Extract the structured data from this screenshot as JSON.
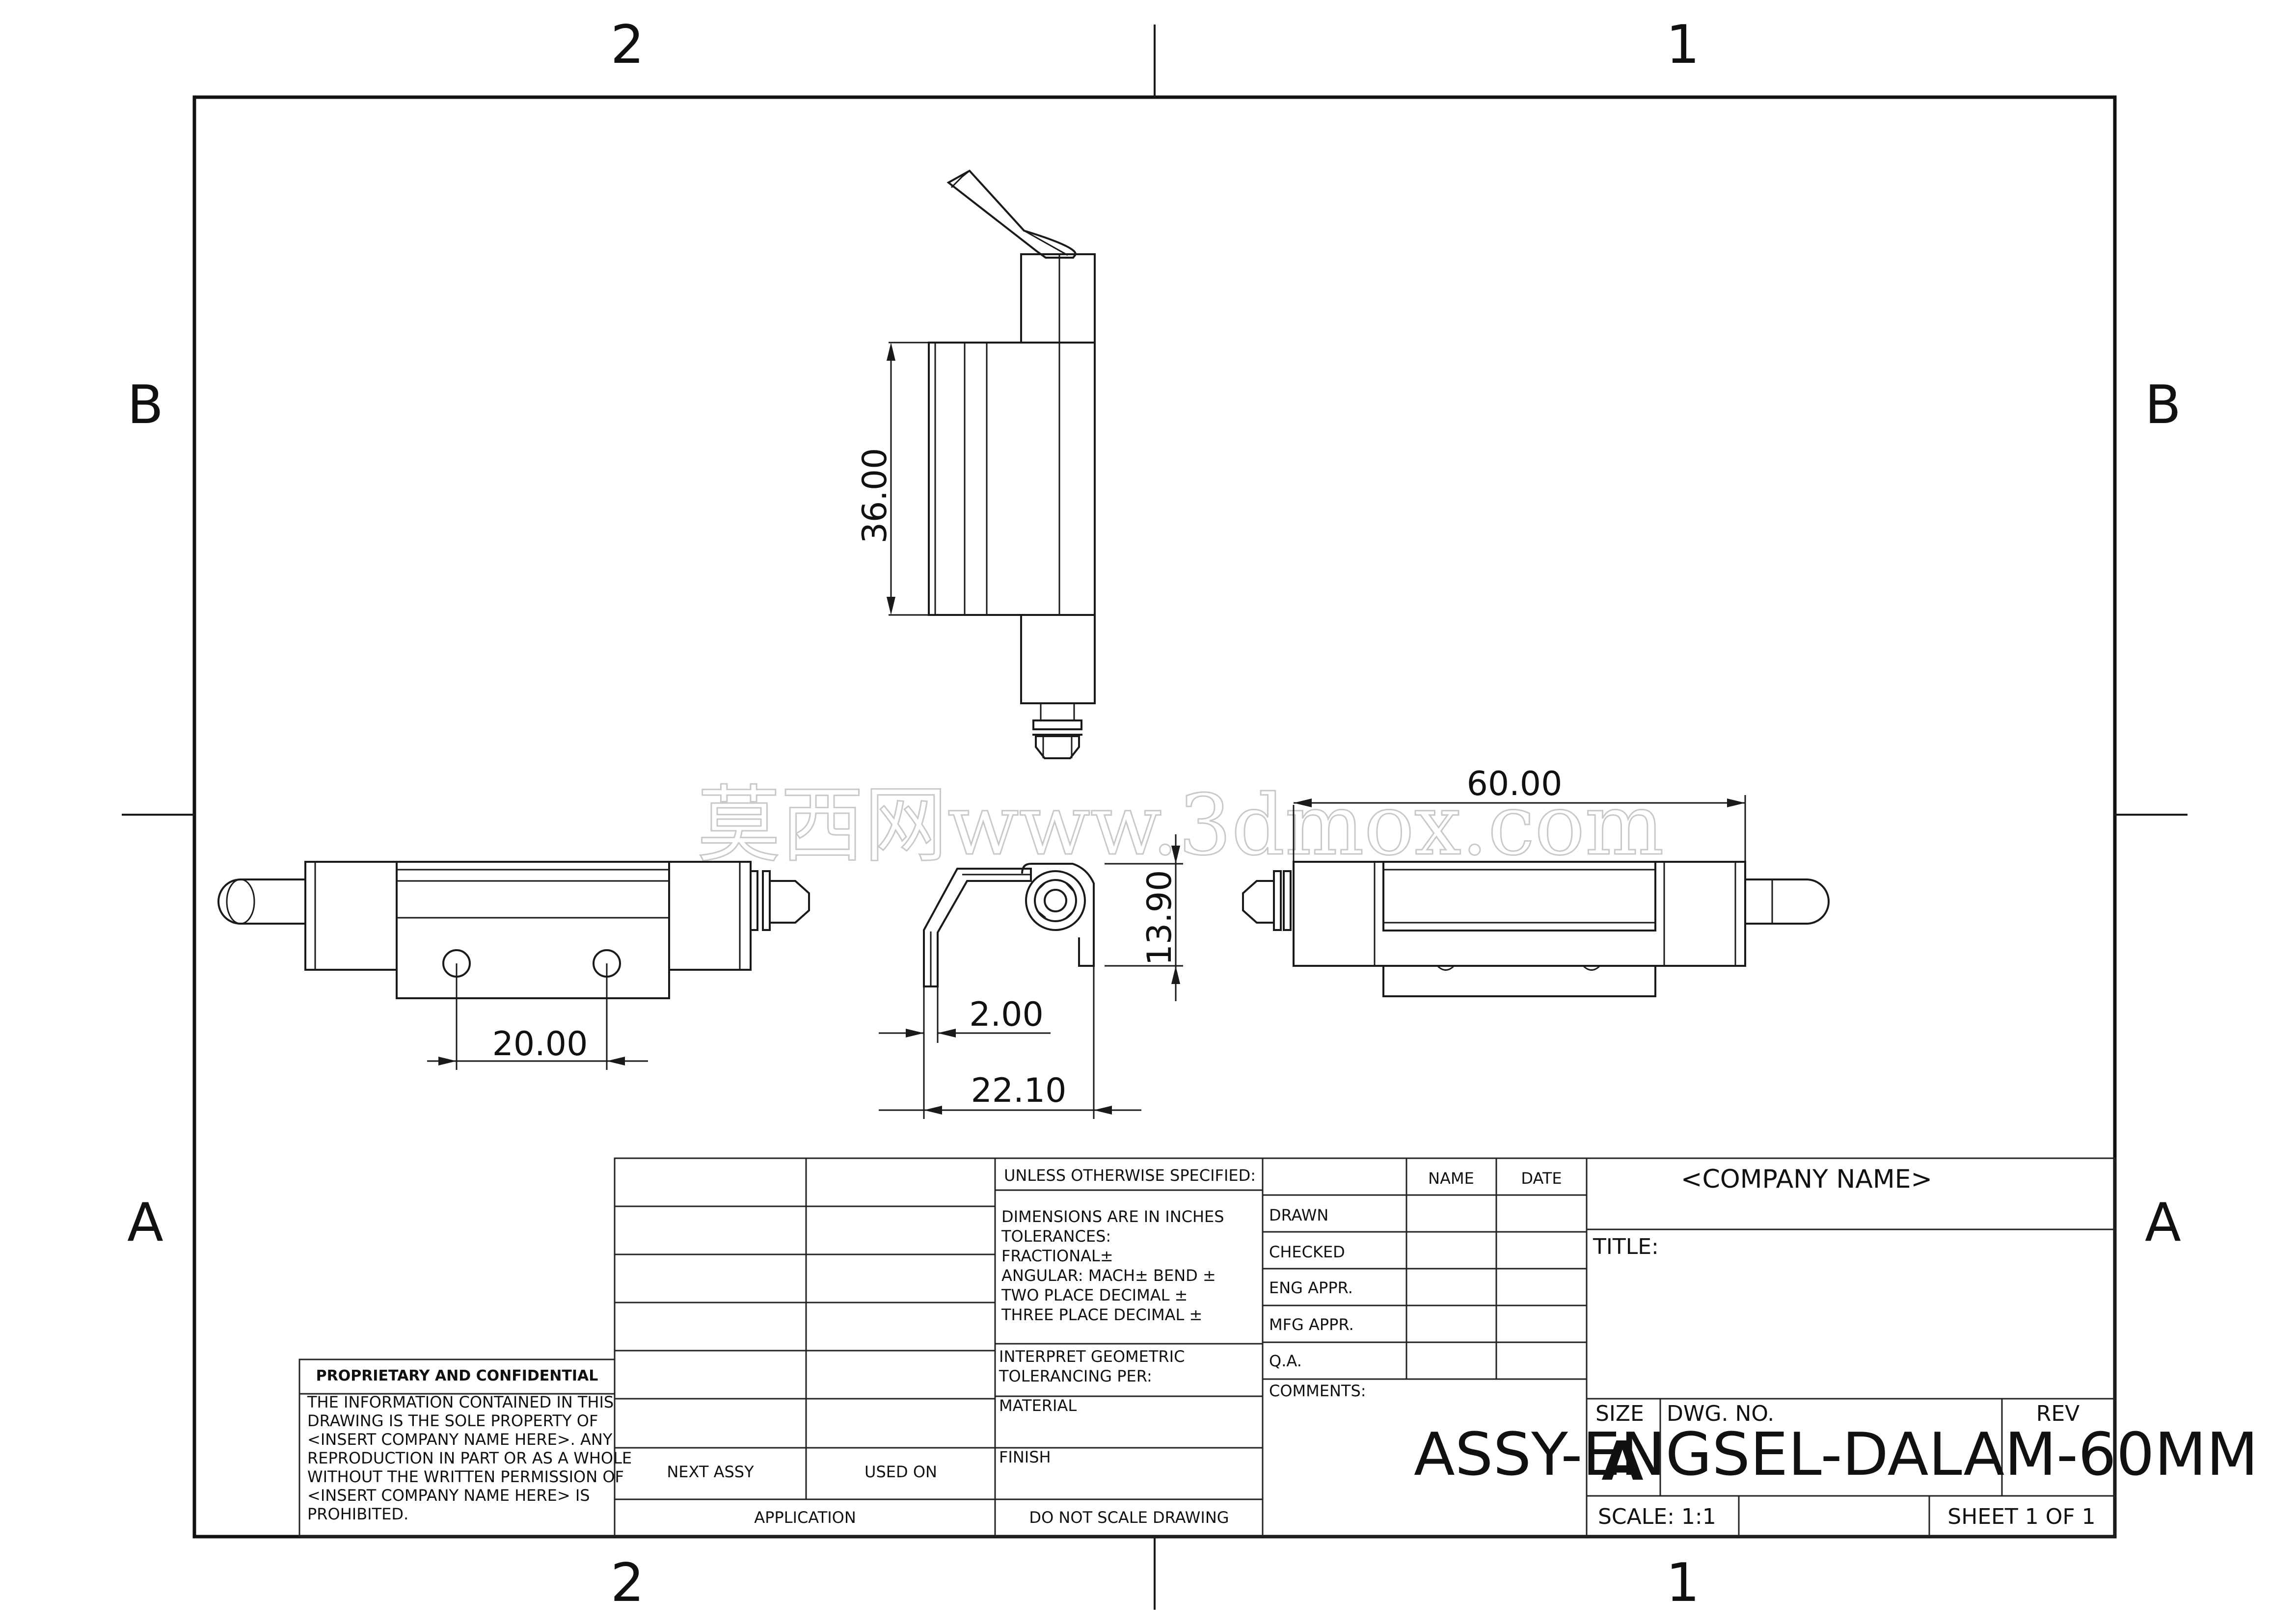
{
  "zones": {
    "top": [
      "2",
      "1"
    ],
    "bottom": [
      "2",
      "1"
    ],
    "left": [
      "B",
      "A"
    ],
    "right": [
      "B",
      "A"
    ]
  },
  "dimensions": {
    "height_36": "36.00",
    "length_60": "60.00",
    "height_13_90": "13.90",
    "thickness_2": "2.00",
    "depth_22_10": "22.10",
    "hole_spacing_20": "20.00"
  },
  "watermark": "莫西网www.3dmox.com",
  "title_block": {
    "proprietary_title": "PROPRIETARY AND CONFIDENTIAL",
    "proprietary_text": [
      "THE INFORMATION CONTAINED IN THIS",
      "DRAWING IS THE SOLE PROPERTY OF",
      "<INSERT COMPANY NAME HERE>.  ANY",
      "REPRODUCTION IN PART OR AS A WHOLE",
      "WITHOUT THE WRITTEN PERMISSION OF",
      "<INSERT COMPANY NAME HERE> IS",
      "PROHIBITED."
    ],
    "next_assy": "NEXT ASSY",
    "used_on": "USED ON",
    "application": "APPLICATION",
    "unless": "UNLESS OTHERWISE SPECIFIED:",
    "tolerances": [
      "DIMENSIONS ARE IN INCHES",
      "TOLERANCES:",
      "FRACTIONAL±",
      "ANGULAR: MACH±     BEND  ±",
      "TWO PLACE DECIMAL     ±",
      "THREE PLACE DECIMAL   ±"
    ],
    "interpret": [
      "INTERPRET GEOMETRIC",
      "TOLERANCING PER:"
    ],
    "material": "MATERIAL",
    "finish": "FINISH",
    "do_not_scale": "DO NOT SCALE DRAWING",
    "name_header": "NAME",
    "date_header": "DATE",
    "approvals": [
      "DRAWN",
      "CHECKED",
      "ENG APPR.",
      "MFG APPR.",
      "Q.A."
    ],
    "comments": "COMMENTS:",
    "company": "<COMPANY NAME>",
    "title_label": "TITLE:",
    "size_label": "SIZE",
    "size_value": "A",
    "dwg_no_label": "DWG.  NO.",
    "rev_label": "REV",
    "dwg_no": "ASSY-ENGSEL-DALAM-60MM",
    "scale": "SCALE: 1:1",
    "sheet": "SHEET 1 OF 1"
  }
}
